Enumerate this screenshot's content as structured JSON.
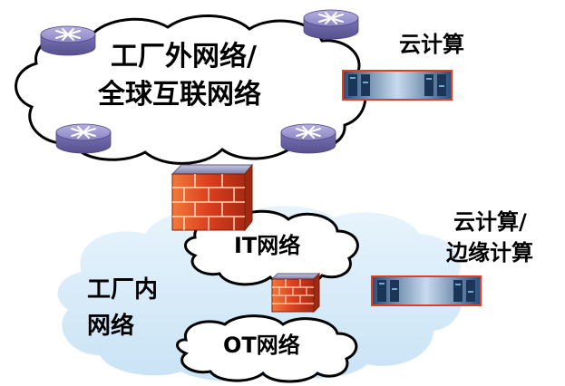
{
  "labels": {
    "external_network_line1": "工厂外网络/",
    "external_network_line2": "全球互联网络",
    "cloud_computing": "云计算",
    "cloud_edge_line1": "云计算/",
    "cloud_edge_line2": "边缘计算",
    "it_network": "IT网络",
    "ot_network": "OT网络",
    "factory_internal_line1": "工厂内",
    "factory_internal_line2": "网络"
  },
  "colors": {
    "router": "#8a84c4",
    "outer_cloud_fill": "#ffffff",
    "factory_cloud_fill": "#d6ebf8",
    "firewall_brick": "#d9401f",
    "firewall_cap": "#8e92b8",
    "datacenter_border": "#e04020"
  },
  "icons": [
    "router-icon",
    "firewall-icon",
    "datacenter-icon"
  ]
}
